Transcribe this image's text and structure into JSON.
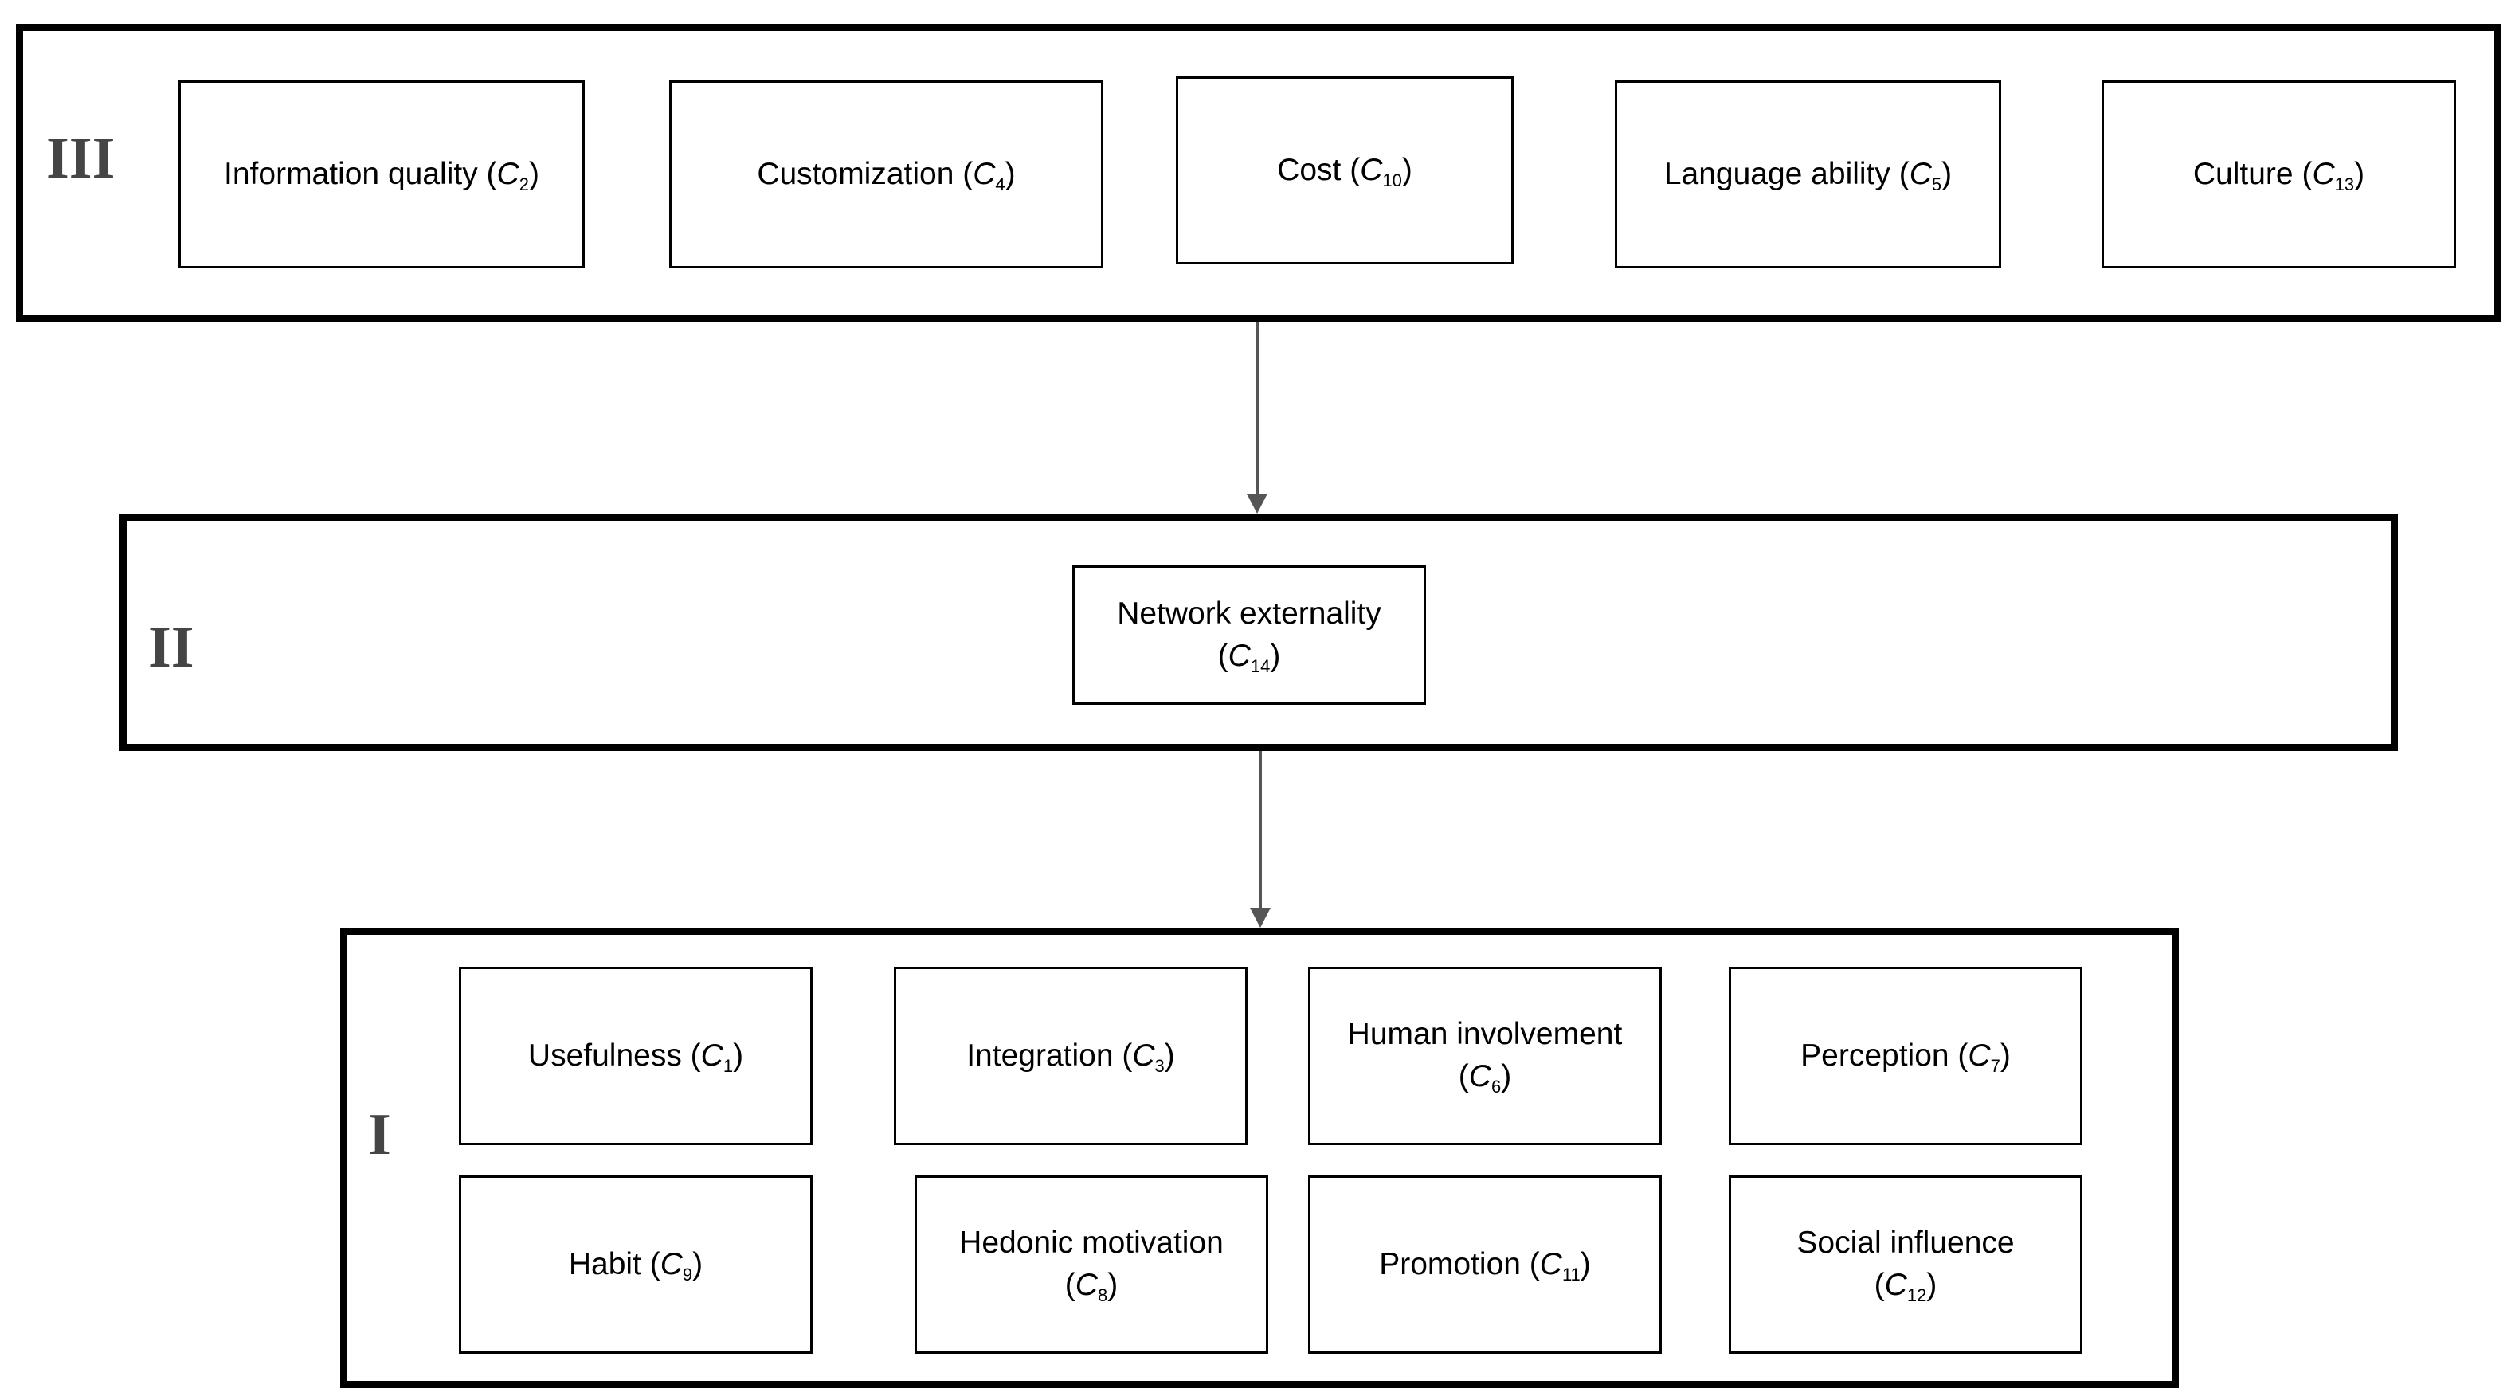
{
  "diagram": {
    "levels": [
      {
        "label": "III",
        "factors": [
          {
            "name": "Information quality",
            "symbol": "C",
            "index": "2"
          },
          {
            "name": "Customization",
            "symbol": "C",
            "index": "4"
          },
          {
            "name": "Cost",
            "symbol": "C",
            "index": "10"
          },
          {
            "name": "Language ability",
            "symbol": "C",
            "index": "5"
          },
          {
            "name": "Culture",
            "symbol": "C",
            "index": "13"
          }
        ]
      },
      {
        "label": "II",
        "factors": [
          {
            "name": "Network externality",
            "symbol": "C",
            "index": "14"
          }
        ]
      },
      {
        "label": "I",
        "factors": [
          {
            "name": "Usefulness",
            "symbol": "C",
            "index": "1"
          },
          {
            "name": "Integration",
            "symbol": "C",
            "index": "3"
          },
          {
            "name": "Human involvement",
            "symbol": "C",
            "index": "6"
          },
          {
            "name": "Perception",
            "symbol": "C",
            "index": "7"
          },
          {
            "name": "Habit",
            "symbol": "C",
            "index": "9"
          },
          {
            "name": "Hedonic motivation",
            "symbol": "C",
            "index": "8"
          },
          {
            "name": "Promotion",
            "symbol": "C",
            "index": "11"
          },
          {
            "name": "Social influence",
            "symbol": "C",
            "index": "12"
          }
        ]
      }
    ],
    "edges": [
      {
        "from": "III",
        "to": "II"
      },
      {
        "from": "II",
        "to": "I"
      }
    ],
    "colors": {
      "border": "#000000",
      "arrow": "#555555",
      "level_label": "#454545"
    }
  }
}
